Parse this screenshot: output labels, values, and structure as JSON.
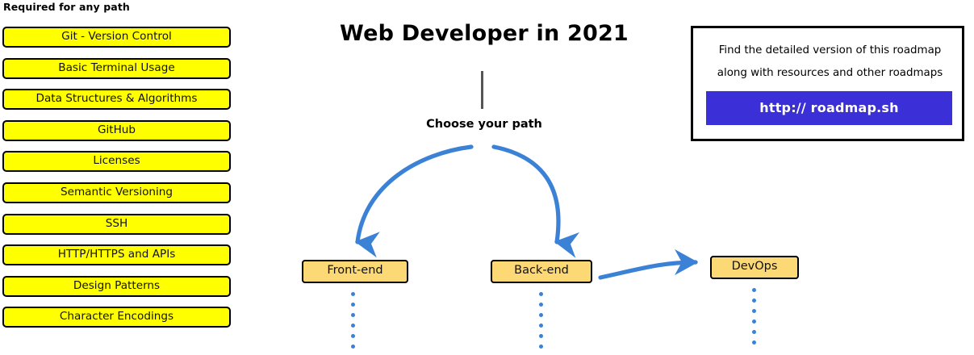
{
  "colors": {
    "required_box_fill": "#ffff00",
    "path_node_fill": "#fcd975",
    "arrow_blue": "#3b82d6",
    "dot_blue": "#3b82d6",
    "url_button_bg": "#3b2fd8",
    "stem_gray": "#555555",
    "border_black": "#000000",
    "page_background": "#ffffff"
  },
  "required_section": {
    "heading": "Required for any path",
    "items": [
      {
        "label": "Git - Version Control"
      },
      {
        "label": "Basic Terminal Usage"
      },
      {
        "label": "Data Structures & Algorithms"
      },
      {
        "label": "GitHub"
      },
      {
        "label": "Licenses"
      },
      {
        "label": "Semantic Versioning"
      },
      {
        "label": "SSH"
      },
      {
        "label": "HTTP/HTTPS and APIs"
      },
      {
        "label": "Design Patterns"
      },
      {
        "label": "Character Encodings"
      }
    ]
  },
  "roadmap": {
    "title": "Web Developer in 2021",
    "choose_path_label": "Choose your path",
    "nodes": [
      {
        "id": "frontend",
        "label": "Front-end"
      },
      {
        "id": "backend",
        "label": "Back-end"
      },
      {
        "id": "devops",
        "label": "DevOps"
      }
    ],
    "dot_counts": {
      "frontend": 6,
      "backend": 6,
      "devops": 6
    }
  },
  "info_card": {
    "line_1": "Find the detailed version of this roadmap",
    "line_2": "along with resources and other roadmaps",
    "url_label": "http:// roadmap.sh"
  }
}
